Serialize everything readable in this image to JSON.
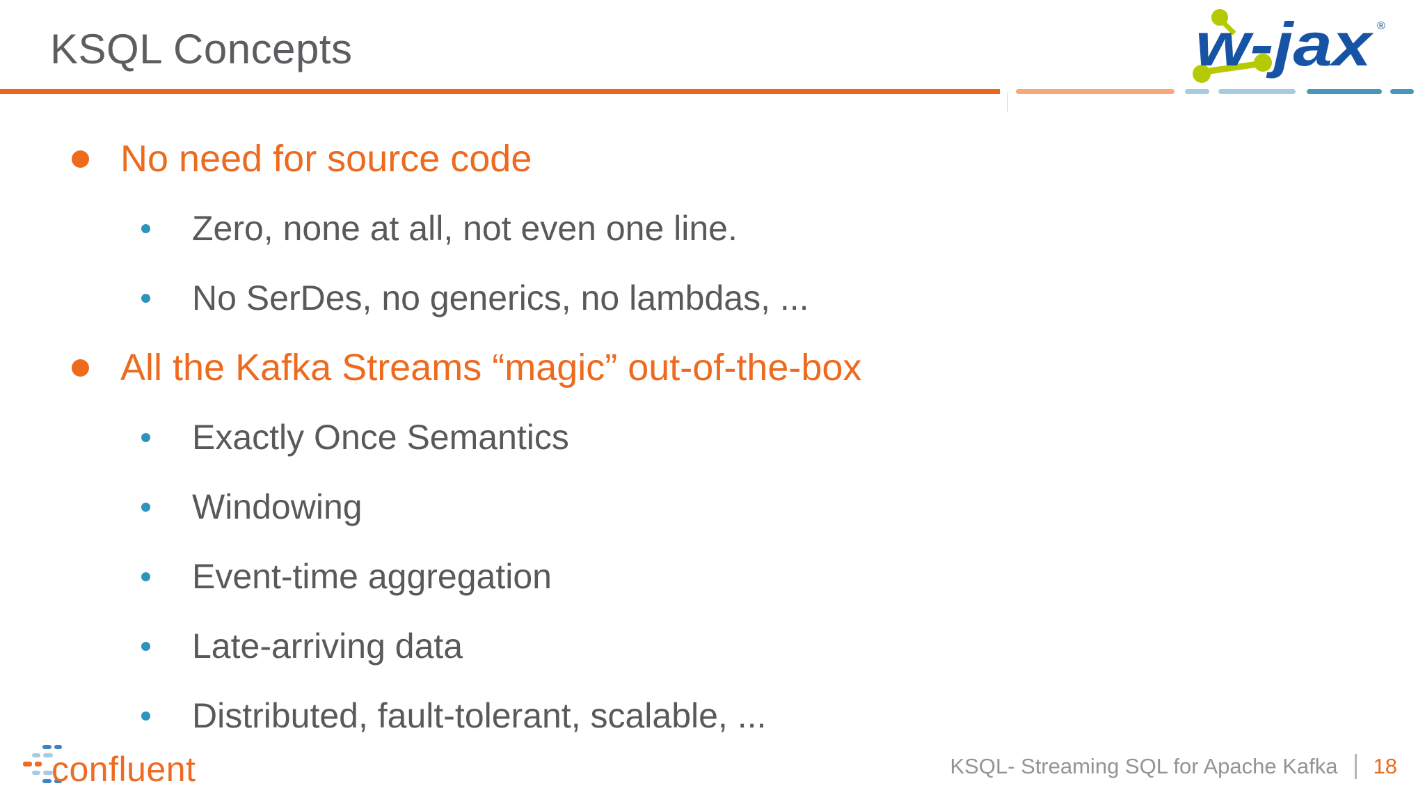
{
  "slide": {
    "title": "KSQL Concepts",
    "footer_text": "KSQL- Streaming SQL for Apache Kafka",
    "page_number": "18"
  },
  "bullets": [
    {
      "level": 1,
      "text": "No need for source code"
    },
    {
      "level": 2,
      "text": "Zero, none at all, not even one line."
    },
    {
      "level": 2,
      "text": "No SerDes, no generics, no lambdas, ..."
    },
    {
      "level": 1,
      "text": "All the Kafka Streams “magic” out-of-the-box"
    },
    {
      "level": 2,
      "text": "Exactly Once Semantics"
    },
    {
      "level": 2,
      "text": "Windowing"
    },
    {
      "level": 2,
      "text": "Event-time aggregation"
    },
    {
      "level": 2,
      "text": "Late-arriving data"
    },
    {
      "level": 2,
      "text": "Distributed, fault-tolerant, scalable, ..."
    }
  ],
  "logos": {
    "wjax": {
      "text": "w-jax",
      "registered": "®"
    },
    "confluent": {
      "text": "confluent"
    }
  },
  "colors": {
    "accent_orange": "#ED6A1E",
    "light_orange": "#F5A97B",
    "pale_blue": "#A9CBE0",
    "teal_blue": "#4897BB",
    "sub_bullet_blue": "#2D94BF",
    "body_gray": "#58595B",
    "title_gray": "#5C5D60",
    "footer_gray": "#929497",
    "wjax_blue": "#1753A5",
    "wjax_green": "#B5C904"
  }
}
